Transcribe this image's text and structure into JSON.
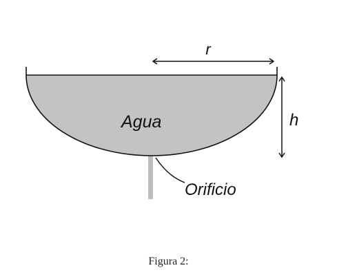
{
  "diagram": {
    "water_label": "Agua",
    "radius_label": "r",
    "height_label": "h",
    "outlet_label": "Orificio",
    "colors": {
      "water": "#c3c3c3",
      "outline": "#111111",
      "outlet_pipe": "#bdbdbd"
    }
  },
  "caption": "Figura 2:"
}
